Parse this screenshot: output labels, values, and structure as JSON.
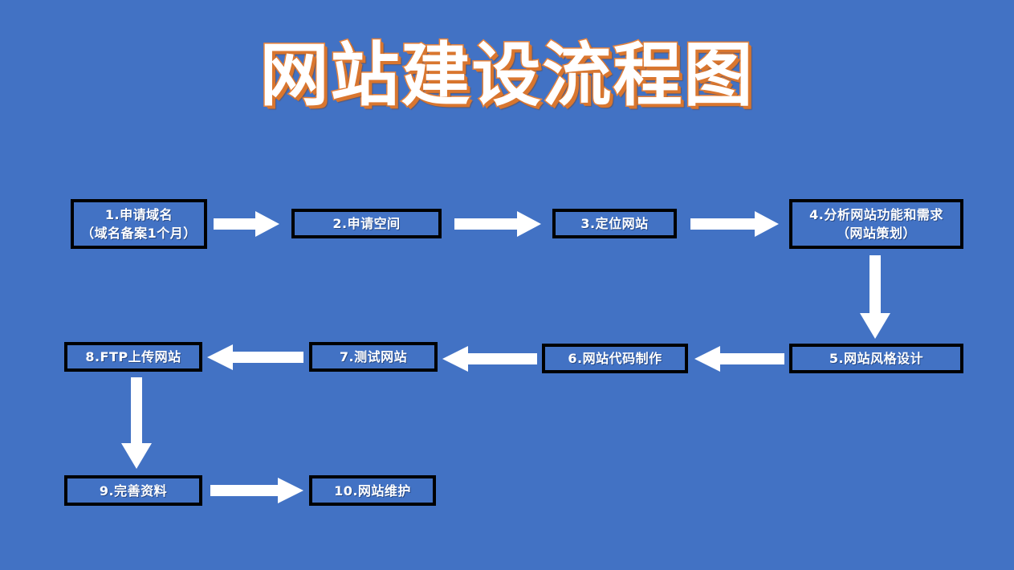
{
  "page": {
    "title": "网站建设流程图",
    "background_color": "#4272c4",
    "title_fill_color": "#ffffff",
    "title_outline_color": "#e8833a",
    "node_border_color": "#000000",
    "node_text_color": "#ffffff",
    "arrow_color": "#ffffff"
  },
  "nodes": [
    {
      "id": "step-1",
      "line1": "1.申请域名",
      "line2": "（域名备案1个月）"
    },
    {
      "id": "step-2",
      "line1": "2.申请空间",
      "line2": ""
    },
    {
      "id": "step-3",
      "line1": "3.定位网站",
      "line2": ""
    },
    {
      "id": "step-4",
      "line1": "4.分析网站功能和需求",
      "line2": "（网站策划）"
    },
    {
      "id": "step-5",
      "line1": "5.网站风格设计",
      "line2": ""
    },
    {
      "id": "step-6",
      "line1": "6.网站代码制作",
      "line2": ""
    },
    {
      "id": "step-7",
      "line1": "7.测试网站",
      "line2": ""
    },
    {
      "id": "step-8",
      "line1": "8.FTP上传网站",
      "line2": ""
    },
    {
      "id": "step-9",
      "line1": "9.完善资料",
      "line2": ""
    },
    {
      "id": "step-10",
      "line1": "10.网站维护",
      "line2": ""
    }
  ],
  "connectors": [
    {
      "id": "arrow-1-to-2",
      "direction": "right"
    },
    {
      "id": "arrow-2-to-3",
      "direction": "right"
    },
    {
      "id": "arrow-3-to-4",
      "direction": "right"
    },
    {
      "id": "arrow-4-to-5",
      "direction": "down"
    },
    {
      "id": "arrow-5-to-6",
      "direction": "left"
    },
    {
      "id": "arrow-6-to-7",
      "direction": "left"
    },
    {
      "id": "arrow-7-to-8",
      "direction": "left"
    },
    {
      "id": "arrow-8-to-9",
      "direction": "down"
    },
    {
      "id": "arrow-9-to-10",
      "direction": "right"
    }
  ]
}
